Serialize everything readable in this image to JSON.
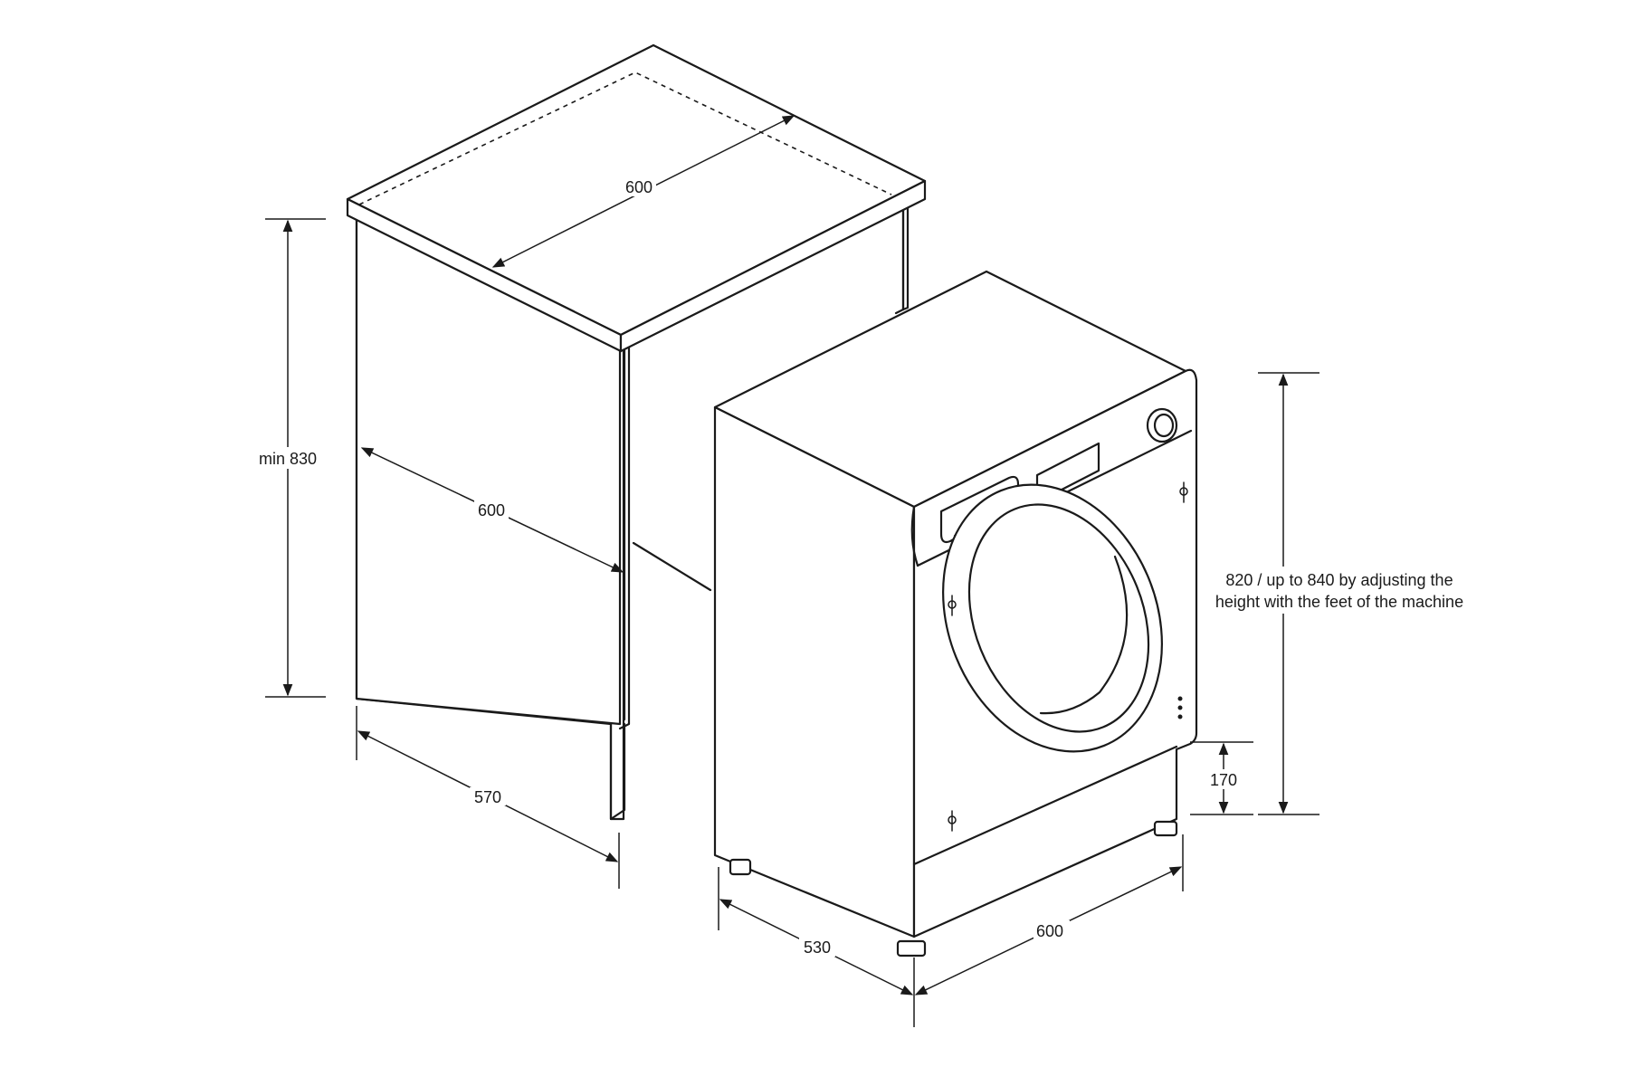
{
  "dimensions": {
    "counter_top_depth": "600",
    "cabinet_min_height": "min 830",
    "cabinet_width": "600",
    "cabinet_depth": "570",
    "machine_height_line1": "820 / up to 840 by adjusting the",
    "machine_height_line2": "height with the feet of the machine",
    "plinth_height": "170",
    "machine_depth": "530",
    "machine_width": "600"
  }
}
